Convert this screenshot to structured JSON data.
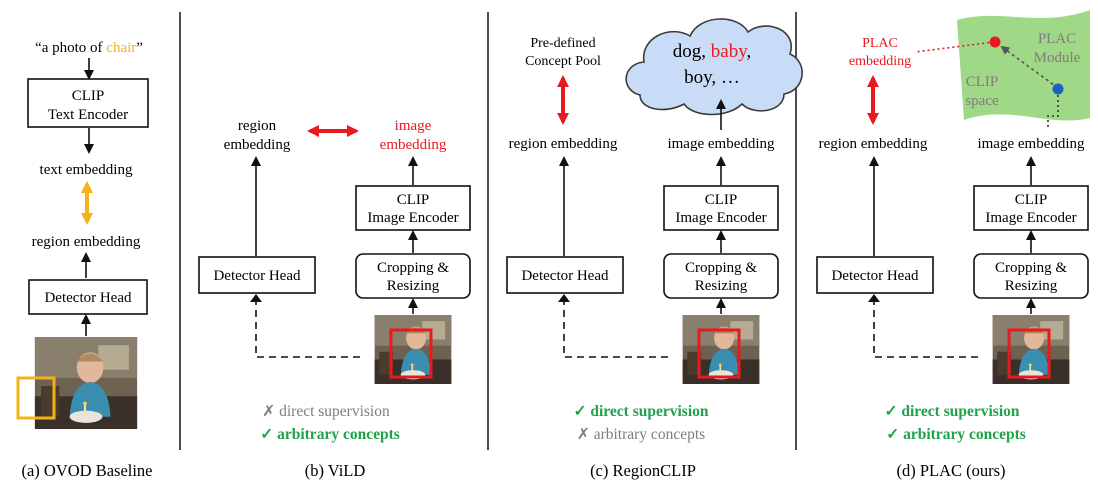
{
  "colors": {
    "red": "#e8191f",
    "gold": "#f3b21a",
    "green": "#1fa24a",
    "grey": "#7d7d7d",
    "cloud_fill": "#c9dcf7",
    "clip_space_fill": "#9fd886",
    "point_red": "#e8191f",
    "point_blue": "#1f5fbf"
  },
  "icons": {
    "check": "✓",
    "cross": "✗"
  },
  "panel_a": {
    "prompt_open": "“a photo of ",
    "prompt_word": "chair",
    "prompt_close": "”",
    "clip_text_encoder_line1": "CLIP",
    "clip_text_encoder_line2": "Text Encoder",
    "text_embedding": "text embedding",
    "region_embedding": "region embedding",
    "detector_head": "Detector Head",
    "caption": "(a) OVOD Baseline"
  },
  "panel_b": {
    "region_embedding_line1": "region",
    "region_embedding_line2": "embedding",
    "image_embedding_line1": "image",
    "image_embedding_line2": "embedding",
    "clip_image_encoder_line1": "CLIP",
    "clip_image_encoder_line2": "Image Encoder",
    "cropping_line1": "Cropping &",
    "cropping_line2": "Resizing",
    "detector_head": "Detector Head",
    "status_line1": "direct supervision",
    "status_line2": "arbitrary concepts",
    "caption": "(b) ViLD"
  },
  "panel_c": {
    "concept_pool_line1": "Pre-defined",
    "concept_pool_line2": "Concept Pool",
    "cloud_word1": "dog, ",
    "cloud_word2": "baby",
    "cloud_word3": ",",
    "cloud_line2": "boy, …",
    "region_embedding": "region embedding",
    "image_embedding": "image embedding",
    "clip_image_encoder_line1": "CLIP",
    "clip_image_encoder_line2": "Image Encoder",
    "cropping_line1": "Cropping &",
    "cropping_line2": "Resizing",
    "detector_head": "Detector Head",
    "status_line1": "direct supervision",
    "status_line2": "arbitrary concepts",
    "caption": "(c) RegionCLIP"
  },
  "panel_d": {
    "plac_embedding_line1": "PLAC",
    "plac_embedding_line2": "embedding",
    "plac_module_line1": "PLAC",
    "plac_module_line2": "Module",
    "clip_space_line1": "CLIP",
    "clip_space_line2": "space",
    "region_embedding": "region embedding",
    "image_embedding": "image embedding",
    "clip_image_encoder_line1": "CLIP",
    "clip_image_encoder_line2": "Image Encoder",
    "cropping_line1": "Cropping &",
    "cropping_line2": "Resizing",
    "detector_head": "Detector Head",
    "status_line1": "direct supervision",
    "status_line2": "arbitrary concepts",
    "caption": "(d) PLAC (ours)"
  }
}
